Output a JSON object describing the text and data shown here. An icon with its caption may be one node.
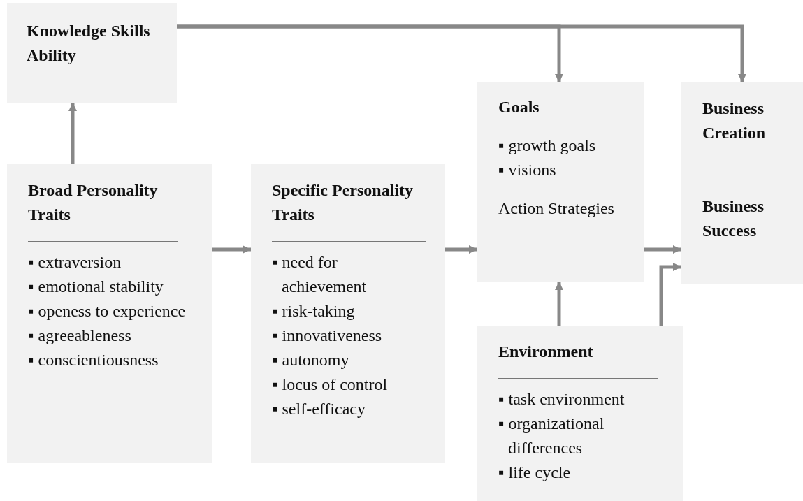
{
  "diagram": {
    "nodes": [
      {
        "text": [
          "Knowledge Skills Ability"
        ]
      },
      {
        "text": [
          "Broad Personality Traits",
          "▪ extraversion",
          "▪ emotional stability",
          "▪ openess to experience",
          "▪ agreeableness",
          "▪ conscientiousness"
        ]
      },
      {
        "text": [
          "Specific Personality Traits",
          "▪ need for achievement",
          "▪ risk-taking",
          "▪ innovativeness",
          "▪ autonomy",
          "▪ locus of control",
          "▪ self-efficacy"
        ]
      },
      {
        "text": [
          "Goals",
          "▪ growth goals",
          "▪ visions",
          "Action Strategies"
        ]
      },
      {
        "text": [
          "Business Creation",
          "Business Success"
        ]
      },
      {
        "text": [
          "Environment",
          "▪ task environment",
          "▪ organizational differences",
          "▪ life cycle"
        ]
      }
    ],
    "edges": [
      {
        "from": 0,
        "to": 3,
        "arrow": "to"
      },
      {
        "from": 0,
        "to": 4,
        "arrow": "to"
      },
      {
        "from": 1,
        "to": 0,
        "arrow": "to"
      },
      {
        "from": 1,
        "to": 2,
        "arrow": "to"
      },
      {
        "from": 2,
        "to": 3,
        "arrow": "to"
      },
      {
        "from": 3,
        "to": 4,
        "arrow": "to"
      },
      {
        "from": 5,
        "to": 3,
        "arrow": "to"
      },
      {
        "from": 5,
        "to": 4,
        "arrow": "to"
      }
    ]
  }
}
